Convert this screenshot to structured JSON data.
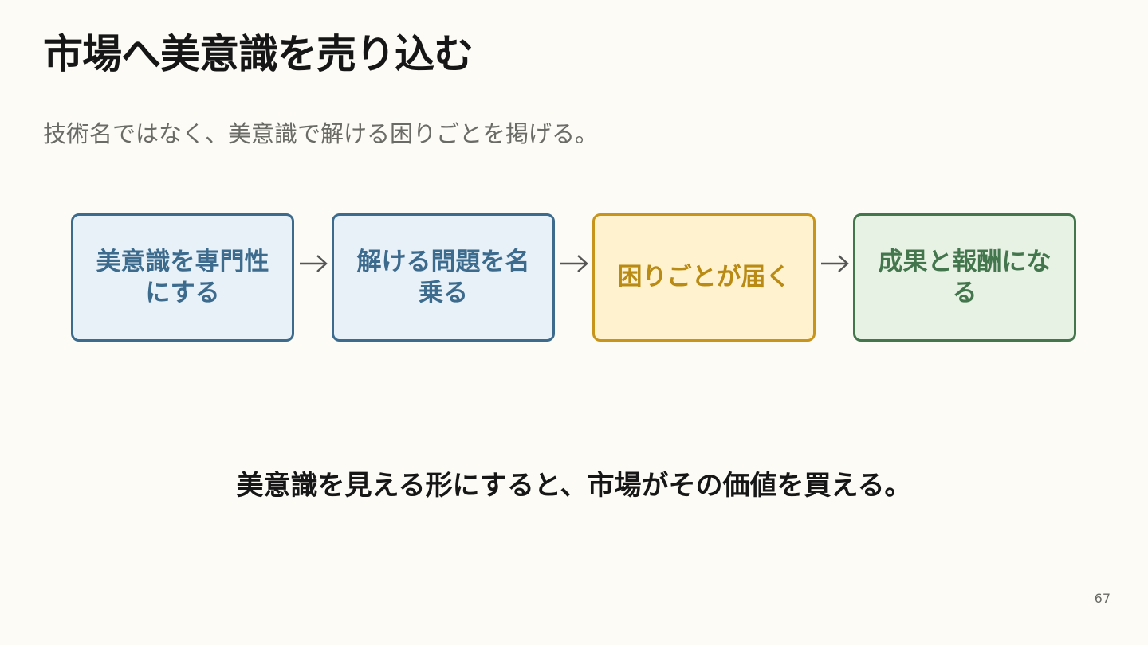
{
  "slide": {
    "title": "市場へ美意識を売り込む",
    "subtitle": "技術名ではなく、美意識で解ける困りごとを掲げる。",
    "conclusion": "美意識を見える形にすると、市場がその価値を買える。",
    "page_number": "67"
  },
  "flow": {
    "steps": [
      {
        "label": "美意識を専門性にする",
        "color": "#3c6b8e",
        "fill": "#e8f1f8"
      },
      {
        "label": "解ける問題を名乗る",
        "color": "#3c6b8e",
        "fill": "#e8f1f8"
      },
      {
        "label": "困りごとが届く",
        "color": "#c7951b",
        "fill": "#fff2cf"
      },
      {
        "label": "成果と報酬になる",
        "color": "#44764d",
        "fill": "#e7f2e5"
      }
    ],
    "arrow_icon": "right-arrow-icon",
    "arrow_color": "#555555"
  },
  "colors": {
    "background": "#fcfbf6",
    "title": "#161616",
    "subtitle": "#6a6a66"
  }
}
